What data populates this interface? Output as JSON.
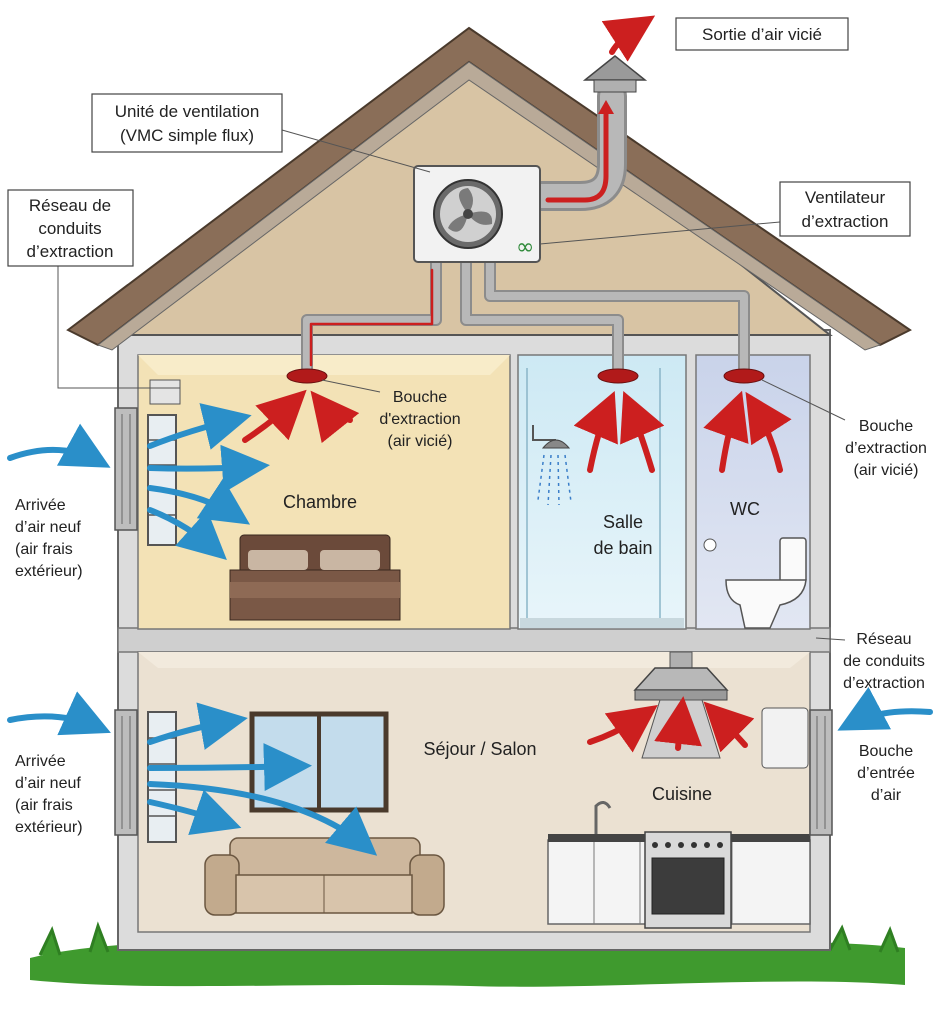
{
  "labels": {
    "exhaust_out": "Sortie d’air vicié",
    "unit_line1": "Unité de ventilation",
    "unit_line2": "(VMC simple flux)",
    "network_top_line1": "Réseau de",
    "network_top_line2": "conduits",
    "network_top_line3": "d’extraction",
    "fan_line1": "Ventilateur",
    "fan_line2": "d’extraction",
    "vent_mid_line1": "Bouche",
    "vent_mid_line2": "d'extraction",
    "vent_mid_line3": "(air vicié)",
    "vent_right_line1": "Bouche",
    "vent_right_line2": "d’extraction",
    "vent_right_line3": "(air vicié)",
    "network_right_line1": "Réseau",
    "network_right_line2": "de conduits",
    "network_right_line3": "d’extraction",
    "fresh_top_line1": "Arrivée",
    "fresh_top_line2": "d’air neuf",
    "fresh_top_line3": "(air frais",
    "fresh_top_line4": "extérieur)",
    "fresh_bottom_line1": "Arrivée",
    "fresh_bottom_line2": "d’air neuf",
    "fresh_bottom_line3": "(air frais",
    "fresh_bottom_line4": "extérieur)",
    "inlet_line1": "Bouche",
    "inlet_line2": "d’entrée",
    "inlet_line3": "d’air"
  },
  "rooms": {
    "bedroom": "Chambre",
    "bathroom_line1": "Salle",
    "bathroom_line2": "de bain",
    "wc": "WC",
    "living": "Séjour / Salon",
    "kitchen": "Cuisine"
  },
  "colors": {
    "stale_air": "#cc1f1f",
    "fresh_air": "#2a8fc9",
    "duct": "#a8a8a8",
    "roof": "#8a6e58",
    "attic": "#d8c4a4",
    "grass": "#3f9a2e"
  },
  "icons": {
    "fan": "fan-icon",
    "showerhead": "shower-icon",
    "toilet": "toilet-icon",
    "bed": "bed-icon",
    "sofa": "sofa-icon",
    "range_hood": "range-hood-icon",
    "stove": "stove-icon"
  }
}
